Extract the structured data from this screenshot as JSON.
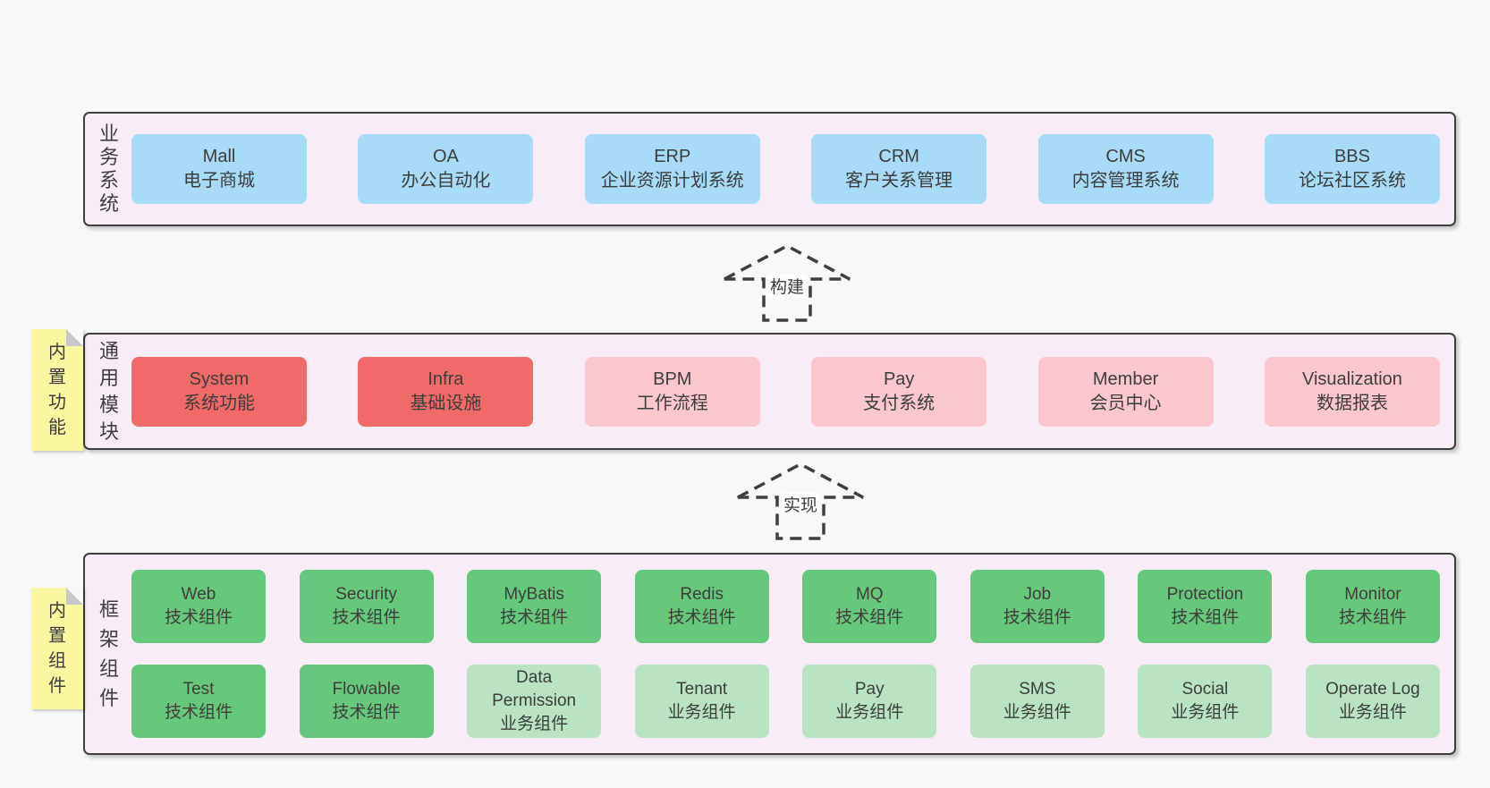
{
  "diagram": {
    "layers": [
      {
        "id": "business",
        "side_label": "业务系统",
        "boxes": [
          {
            "name": "Mall",
            "desc": "电子商城",
            "variant": "blue"
          },
          {
            "name": "OA",
            "desc": "办公自动化",
            "variant": "blue"
          },
          {
            "name": "ERP",
            "desc": "企业资源计划系统",
            "variant": "blue"
          },
          {
            "name": "CRM",
            "desc": "客户关系管理",
            "variant": "blue"
          },
          {
            "name": "CMS",
            "desc": "内容管理系统",
            "variant": "blue"
          },
          {
            "name": "BBS",
            "desc": "论坛社区系统",
            "variant": "blue"
          }
        ]
      },
      {
        "id": "modules",
        "side_label": "通用模块",
        "sticky_note": "内置功能",
        "boxes": [
          {
            "name": "System",
            "desc": "系统功能",
            "variant": "red"
          },
          {
            "name": "Infra",
            "desc": "基础设施",
            "variant": "red"
          },
          {
            "name": "BPM",
            "desc": "工作流程",
            "variant": "pink"
          },
          {
            "name": "Pay",
            "desc": "支付系统",
            "variant": "pink"
          },
          {
            "name": "Member",
            "desc": "会员中心",
            "variant": "pink"
          },
          {
            "name": "Visualization",
            "desc": "数据报表",
            "variant": "pink"
          }
        ]
      },
      {
        "id": "framework",
        "side_label": "框架组件",
        "sticky_note": "内置组件",
        "rows": [
          [
            {
              "name": "Web",
              "desc": "技术组件",
              "variant": "green"
            },
            {
              "name": "Security",
              "desc": "技术组件",
              "variant": "green"
            },
            {
              "name": "MyBatis",
              "desc": "技术组件",
              "variant": "green"
            },
            {
              "name": "Redis",
              "desc": "技术组件",
              "variant": "green"
            },
            {
              "name": "MQ",
              "desc": "技术组件",
              "variant": "green"
            },
            {
              "name": "Job",
              "desc": "技术组件",
              "variant": "green"
            },
            {
              "name": "Protection",
              "desc": "技术组件",
              "variant": "green"
            },
            {
              "name": "Monitor",
              "desc": "技术组件",
              "variant": "green"
            }
          ],
          [
            {
              "name": "Test",
              "desc": "技术组件",
              "variant": "green"
            },
            {
              "name": "Flowable",
              "desc": "技术组件",
              "variant": "green"
            },
            {
              "name": "Data Permission",
              "desc": "业务组件",
              "variant": "lightgreen"
            },
            {
              "name": "Tenant",
              "desc": "业务组件",
              "variant": "lightgreen"
            },
            {
              "name": "Pay",
              "desc": "业务组件",
              "variant": "lightgreen"
            },
            {
              "name": "SMS",
              "desc": "业务组件",
              "variant": "lightgreen"
            },
            {
              "name": "Social",
              "desc": "业务组件",
              "variant": "lightgreen"
            },
            {
              "name": "Operate Log",
              "desc": "业务组件",
              "variant": "lightgreen"
            }
          ]
        ]
      }
    ],
    "arrows": [
      {
        "id": "build",
        "label": "构建"
      },
      {
        "id": "implement",
        "label": "实现"
      }
    ],
    "colors": {
      "page_bg": "#f8f8f8",
      "layer_bg": "#f8edf6",
      "layer_border": "#3f3f3f",
      "blue": "#a8dbf5",
      "red": "#f06a6a",
      "pink": "#fbc6ce",
      "green": "#66c87d",
      "lightgreen": "#b9e3c2",
      "note_bg": "#faf7a1",
      "note_fold": "#c8c8c8",
      "text": "#3d3d3d"
    }
  }
}
